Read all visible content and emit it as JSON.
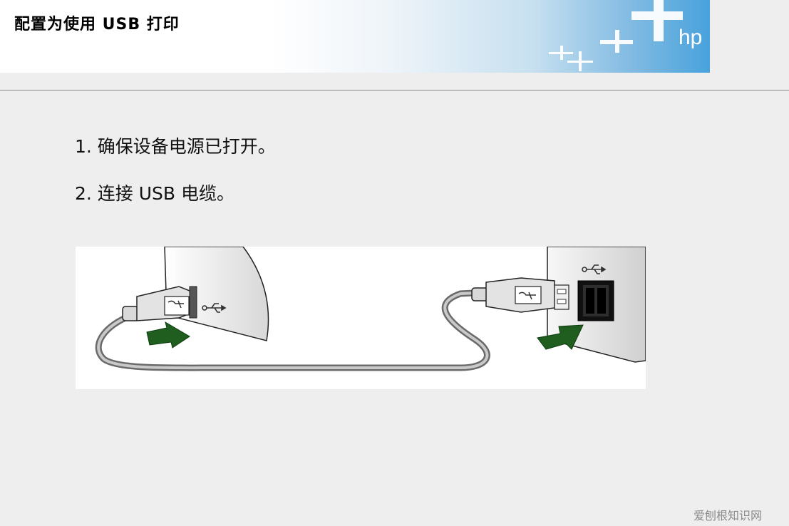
{
  "header": {
    "title": "配置为使用 USB 打印",
    "logo_text": "hp"
  },
  "steps": [
    {
      "label": "1. 确保设备电源已打开。"
    },
    {
      "label": "2. 连接 USB 电缆。"
    }
  ],
  "icons": {
    "usb_device": "usb-icon",
    "usb_computer": "usb-icon",
    "arrow": "arrow-icon"
  },
  "colors": {
    "arrow_green": "#1f5e1f",
    "header_blue": "#48a2dc"
  },
  "watermark": "爱刨根知识网"
}
